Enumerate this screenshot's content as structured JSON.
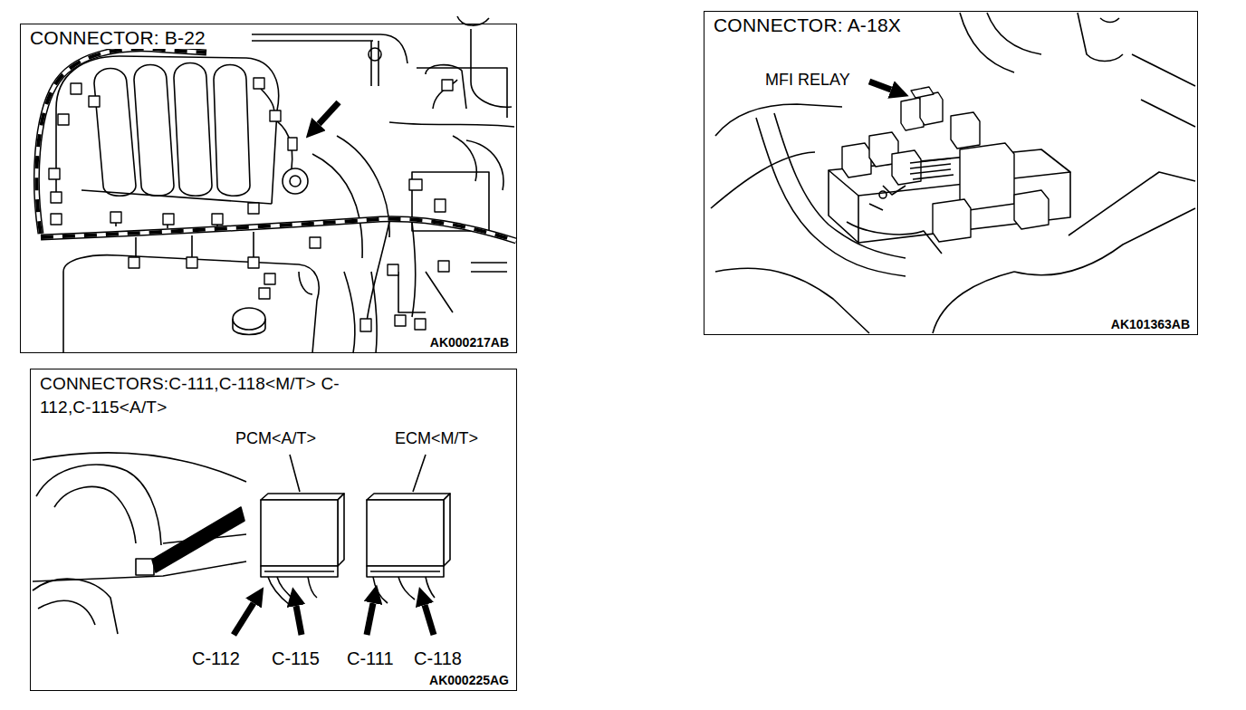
{
  "diagram": {
    "nodes": [
      {
        "text": [
          "CONNECTOR: B-22",
          "AK000217AB"
        ]
      },
      {
        "text": [
          "CONNECTOR: A-18X",
          "AK101363AB"
        ]
      },
      {
        "text": [
          "CONNECTORS:C-111,C-118<M/T> C-112,C-115<A/T>",
          "AK000225AG"
        ]
      }
    ],
    "labels": [
      "MFI RELAY",
      "PCM<A/T>",
      "ECM<M/T>",
      "C-112",
      "C-115",
      "C-111",
      "C-118"
    ]
  }
}
